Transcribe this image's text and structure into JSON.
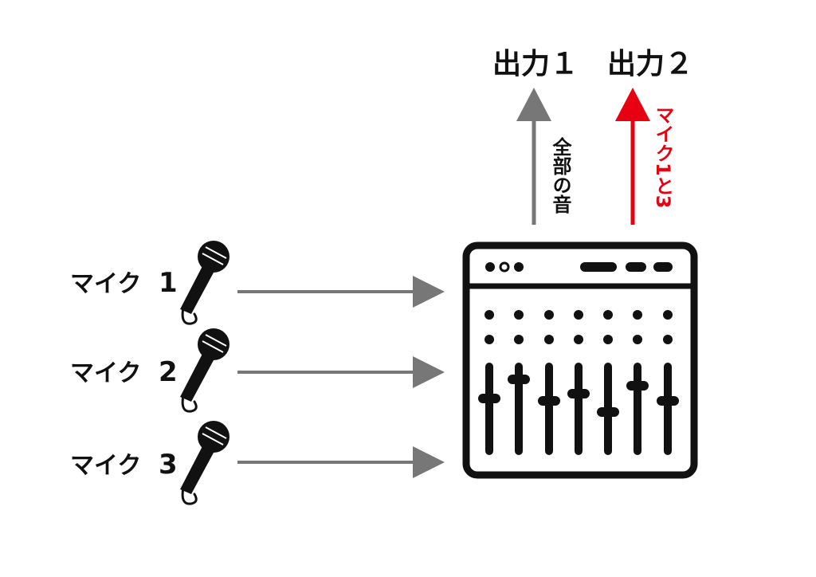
{
  "inputs": [
    {
      "label": "マイク",
      "number": "1",
      "icon": "microphone-icon"
    },
    {
      "label": "マイク",
      "number": "2",
      "icon": "microphone-icon"
    },
    {
      "label": "マイク",
      "number": "3",
      "icon": "microphone-icon"
    }
  ],
  "outputs": [
    {
      "label": "出力１",
      "note": "全部の音",
      "color": "#777777"
    },
    {
      "label": "出力２",
      "note": "マイク1と3",
      "color": "#e60012"
    }
  ],
  "device": {
    "icon": "audio-mixer-icon"
  },
  "colors": {
    "arrow_gray": "#777777",
    "accent_red": "#e60012",
    "ink": "#111111"
  }
}
